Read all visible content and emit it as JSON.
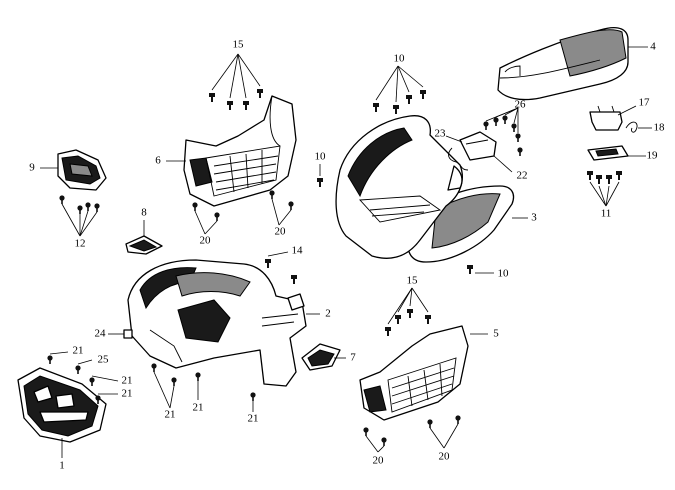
{
  "callouts": {
    "c1": "1",
    "c2": "2",
    "c3": "3",
    "c4": "4",
    "c5": "5",
    "c6": "6",
    "c7": "7",
    "c8": "8",
    "c9": "9",
    "c10a": "10",
    "c10b": "10",
    "c10c": "10",
    "c11": "11",
    "c12": "12",
    "c14": "14",
    "c15a": "15",
    "c15b": "15",
    "c17": "17",
    "c18": "18",
    "c19": "19",
    "c20a": "20",
    "c20b": "20",
    "c20c": "20",
    "c20d": "20",
    "c21a": "21",
    "c21b": "21",
    "c21c": "21",
    "c21d": "21",
    "c21e": "21",
    "c22": "22",
    "c23": "23",
    "c24": "24",
    "c25": "25",
    "c26": "26"
  }
}
